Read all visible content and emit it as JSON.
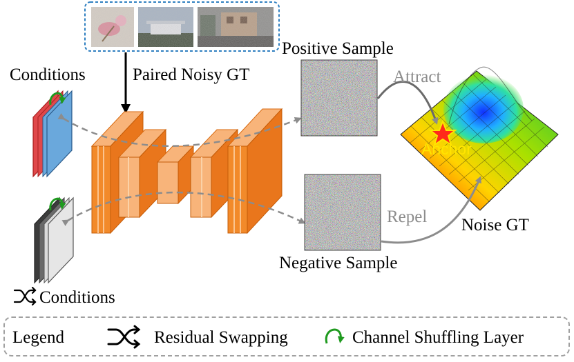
{
  "labels": {
    "paired_noisy_gt": "Paired Noisy GT",
    "conditions": "Conditions",
    "shuffled_conditions": "Conditions",
    "positive_sample": "Positive Sample",
    "negative_sample": "Negative Sample",
    "attract": "Attract",
    "repel": "Repel",
    "anchor": "Anchor",
    "noise_gt": "Noise GT"
  },
  "legend": {
    "title": "Legend",
    "residual_swapping": "Residual Swapping",
    "channel_shuffling": "Channel Shuffling Layer"
  },
  "colors": {
    "unet": "#f28a2a",
    "unet_light": "#f8b47a",
    "condition_blue": "#6aa8dc",
    "condition_red": "#e0484a",
    "condition_gray": "#dcdcdc",
    "condition_black": "#3c3c3c",
    "arrow_gray": "#8c8c8c",
    "shuffle_green": "#1f9a1f",
    "photo_box_border": "#2e7fc0",
    "star": "#ff2a1a",
    "anchor_text": "#ffe400"
  },
  "icons": [
    "residual-swap-icon",
    "channel-shuffle-icon",
    "star-icon"
  ]
}
